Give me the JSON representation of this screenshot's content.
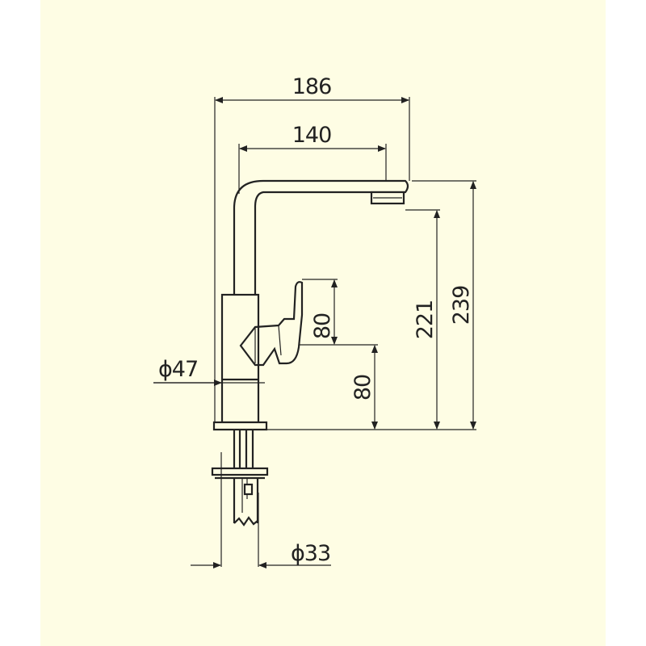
{
  "colors": {
    "sheet": "#fefde4",
    "ink": "#222222",
    "page": "#ffffff"
  },
  "dimensions": {
    "overall_reach": "186",
    "spout_reach": "140",
    "outlet_height": "221",
    "total_height": "239",
    "lever_height": "80",
    "lever_base_height": "80",
    "body_diameter": "ϕ47",
    "shank_diameter": "ϕ33"
  }
}
